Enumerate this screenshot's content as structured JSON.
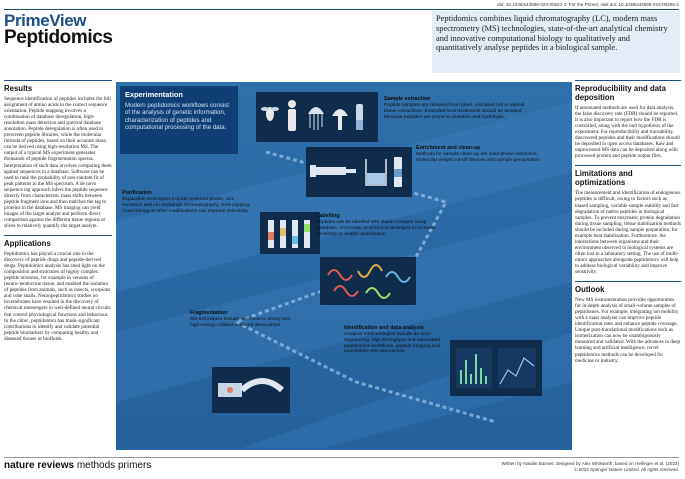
{
  "header": {
    "doi": "doi: 10.1038/s43586-023-00221-2; For the Primer, visit doi: 10.1038/s43586-023-00206-2",
    "brand": "PrimeView",
    "title": "Peptidomics",
    "intro": "Peptidomics combines liquid chromatography (LC), modern mass spectrometry (MS) technologies, state-of-the-art analytical chemistry and innovative computational biology to qualitatively and quantitatively analyse peptides in a biological sample."
  },
  "left": {
    "results_title": "Results",
    "results_body": "Sequence identification of peptides includes the full assignment of amino acids in the correct sequence orientation. Peptide mapping involves a combination of database deregulation, high-resolution mass detection and spectral database annotation. Peptide deregulation is often used to prescreen peptide libraries, while the molecular formula of peptides, based on their accurate mass, can be derived using high-resolution MS. The output of a typical MS experiment generates thousands of peptide fragmentation spectra. Interpretation of such data involves comparing them against sequences in a database. Software can be used to rank the probability of non-random fit of peak patterns in the MS spectrum. A de novo sequence tag approach infers the peptide sequence directly from characteristic mass shifts between peptide fragment ions and then matches the tag to proteins in the database. MS imaging can yield images of the target analyte and perform direct comparison against the different tissue regions or slices to relatively quantify the target analyte.",
    "applications_title": "Applications",
    "applications_body": "Peptidomics has played a crucial role in the discovery of peptide drugs and peptide-derived drugs. Peptidomics analysis has shed light on the composition and structures of highly complex peptide mixtures, for example in venoms of (neuro-)endocrine tissue, and enabled the isolation of peptides from animals, such as insects, scorpions and cone snails. Neuropeptidomics studies on invertebrates have resulted in the discovery of chemical messengers in well-defined neural circuits that control physiological functions and behaviour. In the clinic, peptidomics has made significant contributions to identify and validate potential peptide biomarkers by comparing healthy and diseased tissues or biofluids."
  },
  "right": {
    "repro_title": "Reproducibility and data deposition",
    "repro_body": "If automated methods are used for data analysis, the false discovery rate (FDR) should be reported. It is also important to report how the FDR is controlled, along with the null hypothesis of the experiment. For reproducibility and traceability, discovered peptides and their modifications should be deposited in open access databases. Raw and unprocessed MS data can be deposited along with processed protein and peptide output files.",
    "limits_title": "Limitations and optimizations",
    "limits_body": "The measurement and identification of endogenous peptides is difficult, owing to factors such as biased sampling, variable sample stability and fast degradation of native peptides in biological samples. To prevent enzymatic protein degradation during tissue sampling, tissue stabilization methods should be included during sample preparation, for example heat stabilization. Furthermore, the interactions between organisms and their environment observed in biological systems are often lost in a laboratory setting. The use of multi-omics approaches alongside peptidomics will help to address biological variability and improve sensitivity.",
    "outlook_title": "Outlook",
    "outlook_body": "New MS instrumentation provides opportunities for in-depth analysis of small-volume samples of peptidomes. For example, integrating ion mobility with a mass analyser can improve peptide identification rates and enhance peptide coverage. Unique post-translational modifications such as isomerization can now be unambiguously measured and validated. With the advances in deep learning and artificial intelligence, novel peptidomics methods can be developed for medicine or industry."
  },
  "panel": {
    "experimentation_title": "Experimentation",
    "experimentation_body": "Modern peptidomics workflows consist of the analysis of genetic information, characterization of peptides and computational processing of the data.",
    "steps": {
      "sample": {
        "title": "Sample extraction",
        "body": "Peptide samples are obtained from plant, microbial cell or animal tissue extractions. Extended heat treatments should be avoided because peptides are prone to oxidation and hydrolysis."
      },
      "enrichment": {
        "title": "Enrichment and clean-up",
        "body": "Methods for sample clean-up are solid-phase extraction, molecular weight cut-off devices and sample precipitation."
      },
      "purification": {
        "title": "Purification",
        "body": "Separation techniques include reversed-phase, size exclusion and ion exchange chromatography. End-capping, cross-linking or other modifications can improve selectivity."
      },
      "labelling": {
        "title": "Labelling",
        "body": "Peptides can be labelled with stable isotopes using metabolic, enzymatic or chemical strategies to increase sensitivity or enable quantitation."
      },
      "fragmentation": {
        "title": "Fragmentation",
        "body": "MS techniques include post-source decay and high-energy collision-induced dissociation."
      },
      "identification": {
        "title": "Identification and data analysis",
        "body": "Analysis methodologies include de novo sequencing, high-throughput and automated peptidomics workflows, peptide imaging and quantitative MS approaches."
      }
    }
  },
  "footer": {
    "logo_bold": "nature reviews",
    "logo_rest": " methods primers",
    "credit1": "Written by Natalie Barnes; designed by Alex Whitworth; based on Hellinger et al. (2023)",
    "credit2": "© 2023 Springer Nature Limited. All rights reserved."
  },
  "colors": {
    "accent": "#1d4e86",
    "panel": "#2a69a5",
    "card": "#0f2c4d",
    "intro_bg": "#e4edf7"
  },
  "icons": [
    "fly-icon",
    "person-icon",
    "jellyfish-icon",
    "mushroom-icon",
    "beaker-icon",
    "syringe-icon",
    "column-icon",
    "peptide-chain-icon",
    "mass-spec-icon",
    "spectrum-icon"
  ]
}
